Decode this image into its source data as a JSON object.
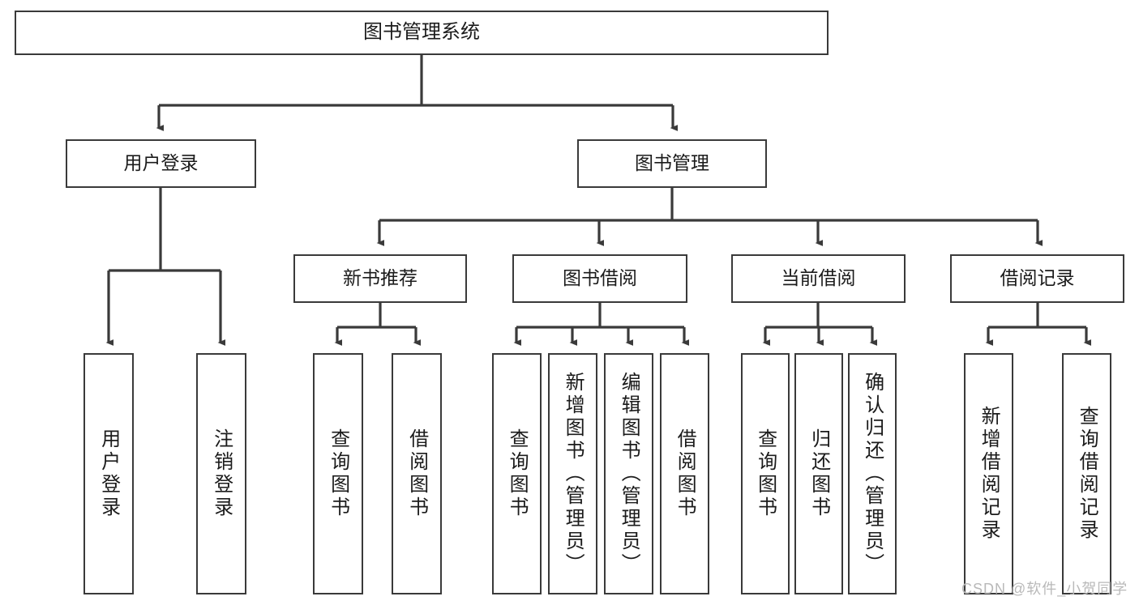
{
  "diagram": {
    "title": "图书管理系统",
    "type": "tree",
    "watermark": "CSDN @软件_小贺同学",
    "colors": {
      "box_border": "#3a3a3a",
      "box_fill": "#ffffff",
      "line": "#3a3a3a",
      "text": "#1b1b1b",
      "watermark": "#b9b9b9"
    },
    "levels": {
      "root": [
        "图书管理系统"
      ],
      "level2": [
        "用户登录",
        "图书管理"
      ],
      "level3": [
        "新书推荐",
        "图书借阅",
        "当前借阅",
        "借阅记录"
      ],
      "leaves": [
        "用户登录",
        "注销登录",
        "查询图书",
        "借阅图书",
        "查询图书",
        "新增图书（管理员）",
        "编辑图书（管理员）",
        "借阅图书",
        "查询图书",
        "归还图书",
        "确认归还（管理员）",
        "新增借阅记录",
        "查询借阅记录"
      ]
    },
    "nodes": {
      "root": {
        "label": "图书管理系统"
      },
      "user_login": {
        "label": "用户登录"
      },
      "book_manage": {
        "label": "图书管理"
      },
      "new_book_rec": {
        "label": "新书推荐"
      },
      "book_borrow": {
        "label": "图书借阅"
      },
      "current_borrow": {
        "label": "当前借阅"
      },
      "borrow_record": {
        "label": "借阅记录"
      },
      "leaf_user_login": {
        "label": "用户登录"
      },
      "leaf_logout": {
        "label": "注销登录"
      },
      "leaf_query_book_1": {
        "label": "查询图书"
      },
      "leaf_borrow_book_1": {
        "label": "借阅图书"
      },
      "leaf_query_book_2": {
        "label": "查询图书"
      },
      "leaf_add_book": {
        "label": "新增图书（管理员）"
      },
      "leaf_edit_book": {
        "label": "编辑图书（管理员）"
      },
      "leaf_borrow_book_2": {
        "label": "借阅图书"
      },
      "leaf_query_book_3": {
        "label": "查询图书"
      },
      "leaf_return_book": {
        "label": "归还图书"
      },
      "leaf_confirm_return": {
        "label": "确认归还（管理员）"
      },
      "leaf_add_record": {
        "label": "新增借阅记录"
      },
      "leaf_query_record": {
        "label": "查询借阅记录"
      }
    },
    "edges": [
      {
        "from": "图书管理系统",
        "to": "用户登录"
      },
      {
        "from": "图书管理系统",
        "to": "图书管理"
      },
      {
        "from": "图书管理",
        "to": "新书推荐"
      },
      {
        "from": "图书管理",
        "to": "图书借阅"
      },
      {
        "from": "图书管理",
        "to": "当前借阅"
      },
      {
        "from": "图书管理",
        "to": "借阅记录"
      },
      {
        "from": "用户登录",
        "to": "用户登录"
      },
      {
        "from": "用户登录",
        "to": "注销登录"
      },
      {
        "from": "新书推荐",
        "to": "查询图书"
      },
      {
        "from": "新书推荐",
        "to": "借阅图书"
      },
      {
        "from": "图书借阅",
        "to": "查询图书"
      },
      {
        "from": "图书借阅",
        "to": "新增图书（管理员）"
      },
      {
        "from": "图书借阅",
        "to": "编辑图书（管理员）"
      },
      {
        "from": "图书借阅",
        "to": "借阅图书"
      },
      {
        "from": "当前借阅",
        "to": "查询图书"
      },
      {
        "from": "当前借阅",
        "to": "归还图书"
      },
      {
        "from": "当前借阅",
        "to": "确认归还（管理员）"
      },
      {
        "from": "借阅记录",
        "to": "新增借阅记录"
      },
      {
        "from": "借阅记录",
        "to": "查询借阅记录"
      }
    ]
  }
}
